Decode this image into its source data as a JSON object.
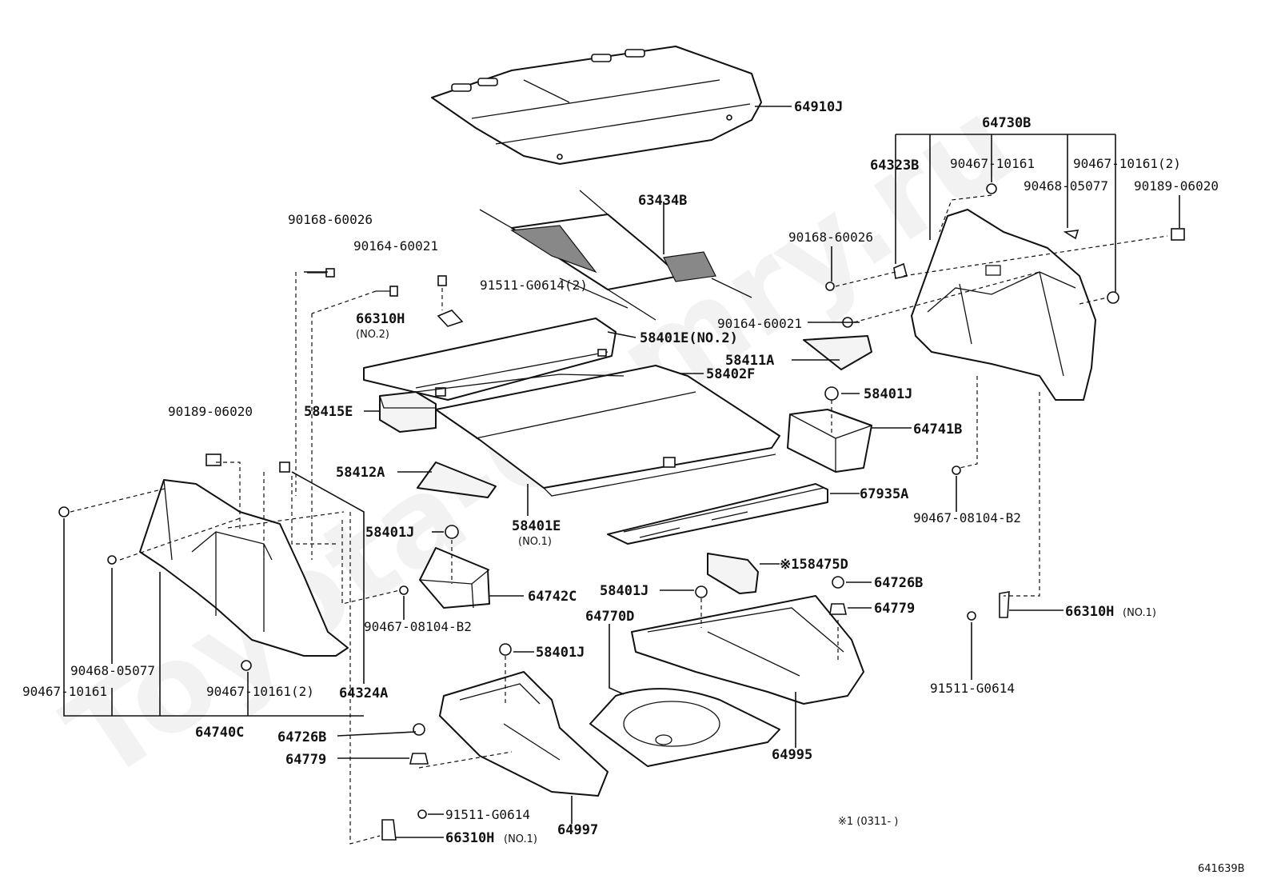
{
  "watermark": "Toyota-Camry.ru",
  "diagram_code": "641639B",
  "footnote": "※1  (0311-    )",
  "labels": {
    "l_64910J": "64910J",
    "l_64730B": "64730B",
    "l_64323B": "64323B",
    "l_90467_10161_top": "90467-10161",
    "l_90467_10161_2_top": "90467-10161(2)",
    "l_90468_05077_top": "90468-05077",
    "l_90189_06020_right": "90189-06020",
    "l_90168_60026_right": "90168-60026",
    "l_90164_60021_right": "90164-60021",
    "l_63434B": "63434B",
    "l_90168_60026_left": "90168-60026",
    "l_90164_60021_left": "90164-60021",
    "l_91511_G0614_2": "91511-G0614(2)",
    "l_66310H_no2": "66310H",
    "l_no2": "(NO.2)",
    "l_58401E_no2": "58401E(NO.2)",
    "l_58411A": "58411A",
    "l_58402F": "58402F",
    "l_58401J_a": "58401J",
    "l_64741B": "64741B",
    "l_90189_06020_left": "90189-06020",
    "l_58415E": "58415E",
    "l_58412A": "58412A",
    "l_58401E": "58401E",
    "l_no1": "(NO.1)",
    "l_67935A": "67935A",
    "l_90467_08104_B2_right": "90467-08104-B2",
    "l_58401J_b": "58401J",
    "l_64742C": "64742C",
    "l_90467_08104_B2_left": "90467-08104-B2",
    "l_158475D": "※158475D",
    "l_58401J_c": "58401J",
    "l_64726B_right": "64726B",
    "l_64779_right": "64779",
    "l_64770D": "64770D",
    "l_66310H_no1_right": "66310H",
    "l_no1_right": "(NO.1)",
    "l_91511_G0614_right": "91511-G0614",
    "l_58401J_d": "58401J",
    "l_90468_05077_left": "90468-05077",
    "l_90467_10161_left": "90467-10161",
    "l_90467_10161_2_left": "90467-10161(2)",
    "l_64324A": "64324A",
    "l_64740C": "64740C",
    "l_64726B_left": "64726B",
    "l_64779_left": "64779",
    "l_64995": "64995",
    "l_64997": "64997",
    "l_91511_G0614_bottom": "91511-G0614",
    "l_66310H_no1_bottom": "66310H",
    "l_no1_bottom": "(NO.1)"
  }
}
